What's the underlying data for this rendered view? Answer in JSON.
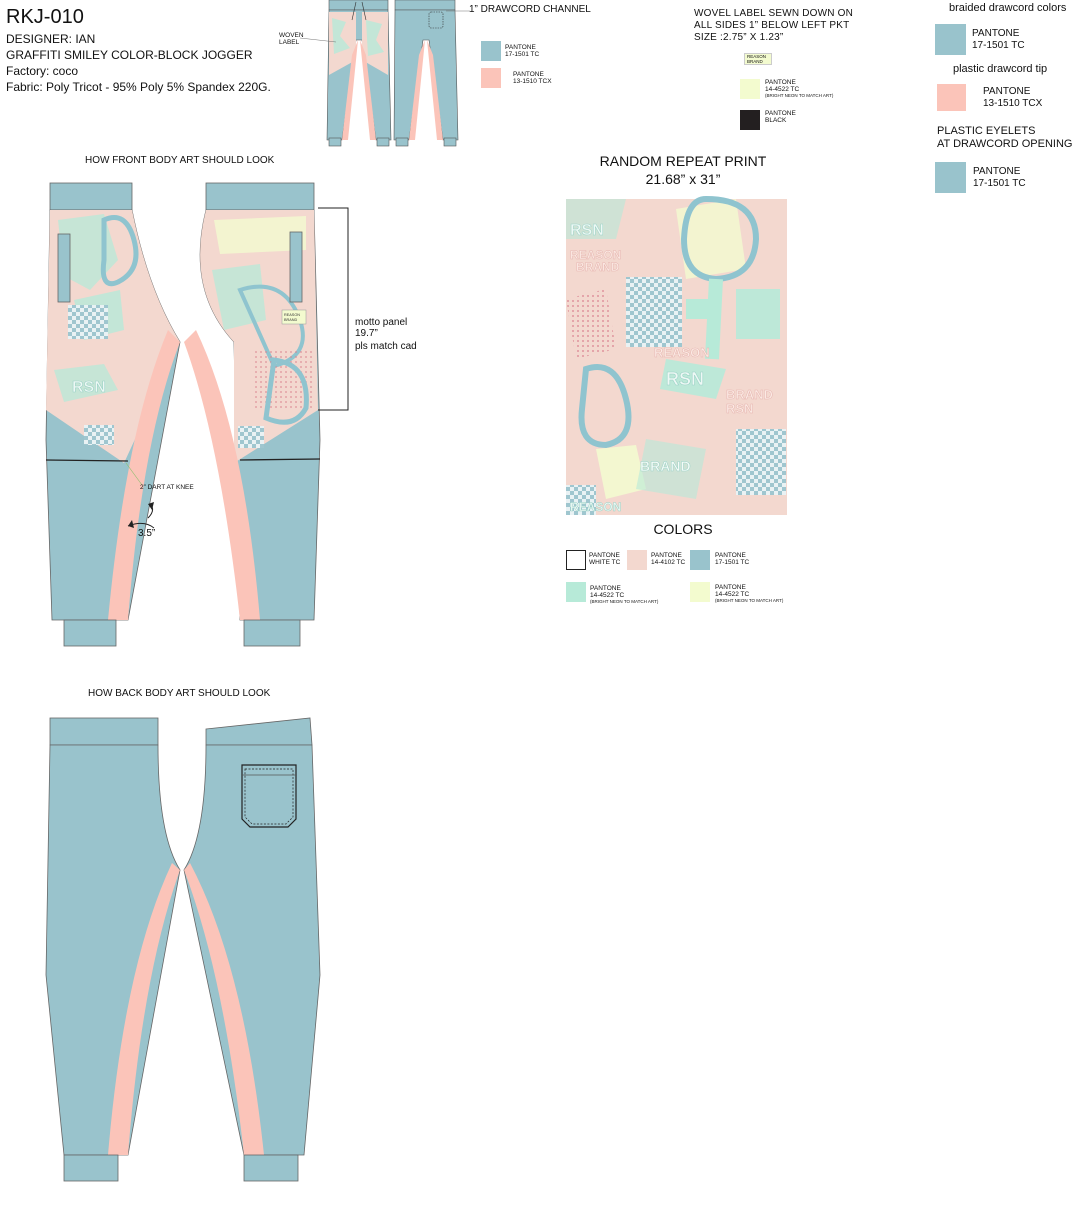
{
  "header": {
    "style_number": "RKJ-010",
    "designer": "DESIGNER: IAN",
    "description": "GRAFFITI SMILEY COLOR-BLOCK JOGGER",
    "factory": "Factory: coco",
    "fabric": "Fabric: Poly Tricot - 95% Poly 5% Spandex 220G."
  },
  "thumbnail": {
    "woven_label_note": [
      "WOVEN",
      "LABEL"
    ],
    "drawcord_channel": "1” DRAWCORD CHANNEL",
    "swatches": [
      {
        "line1": "PANTONE",
        "line2": "17-1501 TC",
        "color": "#99c3cc"
      },
      {
        "line1": "PANTONE",
        "line2": "13-1510 TCX",
        "color": "#fbc4b9"
      }
    ]
  },
  "woven_label": {
    "instructions": [
      "WOVEL LABEL SEWN DOWN ON",
      "ALL SIDES 1” BELOW LEFT  PKT",
      "SIZE :2.75” X 1.23”"
    ],
    "label_text": [
      "REASON",
      "BRAND"
    ],
    "swatches": [
      {
        "line1": "PANTONE",
        "line2": "14-4522 TC",
        "line3": "(BRIGHT NEON TO MATCH ART)",
        "color": "#f3fbcf"
      },
      {
        "line1": "PANTONE",
        "line2": "BLACK",
        "line3": "",
        "color": "#231f20"
      }
    ]
  },
  "trims": {
    "drawcord_heading": "braided drawcord colors",
    "drawcord_swatch": {
      "line1": "PANTONE",
      "line2": "17-1501 TC",
      "color": "#99c3cc"
    },
    "tip_heading": "plastic drawcord tip",
    "tip_swatch": {
      "line1": "PANTONE",
      "line2": "13-1510 TCX",
      "color": "#fbc4b9"
    },
    "eyelet_heading": [
      "PLASTIC EYELETS",
      "AT DRAWCORD OPENING"
    ],
    "eyelet_swatch": {
      "line1": "PANTONE",
      "line2": "17-1501 TC",
      "color": "#99c3cc"
    }
  },
  "front": {
    "heading": "HOW FRONT BODY ART SHOULD LOOK",
    "motto_panel": [
      "motto panel",
      "19.7”",
      "pls match cad"
    ],
    "dart_note": "2” DART AT KNEE",
    "dart_measure": "3.5”",
    "label_text": [
      "REASON",
      "BRAND"
    ]
  },
  "back": {
    "heading": "HOW BACK BODY ART SHOULD LOOK"
  },
  "print": {
    "heading": "RANDOM REPEAT PRINT",
    "size": "21.68” x 31”",
    "graffiti": [
      "RSN",
      "REASON",
      "BRAND",
      "RSN",
      "REASON",
      "BRAND",
      "RSN",
      "REASON",
      "BRAND"
    ]
  },
  "colors": {
    "heading": "COLORS",
    "swatches": [
      {
        "line1": "PANTONE",
        "line2": "WHITE TC",
        "line3": "",
        "color": "#ffffff"
      },
      {
        "line1": "PANTONE",
        "line2": "14-4102 TC",
        "line3": "",
        "color": "#f3d8cf"
      },
      {
        "line1": "PANTONE",
        "line2": "17-1501 TC",
        "line3": "",
        "color": "#99c3cc"
      },
      {
        "line1": "PANTONE",
        "line2": "14-4522 TC",
        "line3": "(BRIGHT NEON TO MATCH ART)",
        "color": "#b7ead8"
      },
      {
        "line1": "PANTONE",
        "line2": "14-4522 TC",
        "line3": "(BRIGHT NEON TO MATCH ART)",
        "color": "#f3fbcf"
      }
    ]
  }
}
